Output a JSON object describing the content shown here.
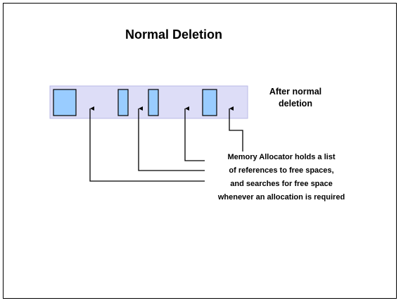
{
  "title": "Normal Deletion",
  "side_label": [
    "After normal",
    "deletion"
  ],
  "caption": [
    "Memory Allocator holds a list",
    "of references to free spaces,",
    "and searches for free space",
    "whenever an allocation is required"
  ],
  "colors": {
    "memory_strip": "#ddddf7",
    "memory_strip_border": "#b9b9e6",
    "allocated_block": "#99ccff",
    "line": "#000000"
  },
  "diagram": {
    "allocated_blocks": 4,
    "free_space_pointers": 4
  }
}
